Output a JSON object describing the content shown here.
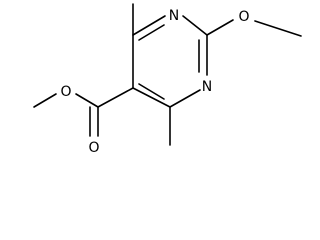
{
  "molecule": {
    "atoms": {
      "n_top": "N",
      "n_bottom": "N",
      "o_methoxy": "O",
      "o_ester": "O",
      "o_carbonyl": "O"
    }
  },
  "colors": {
    "bond": "#000000",
    "label": "#000000",
    "background": "#ffffff"
  }
}
